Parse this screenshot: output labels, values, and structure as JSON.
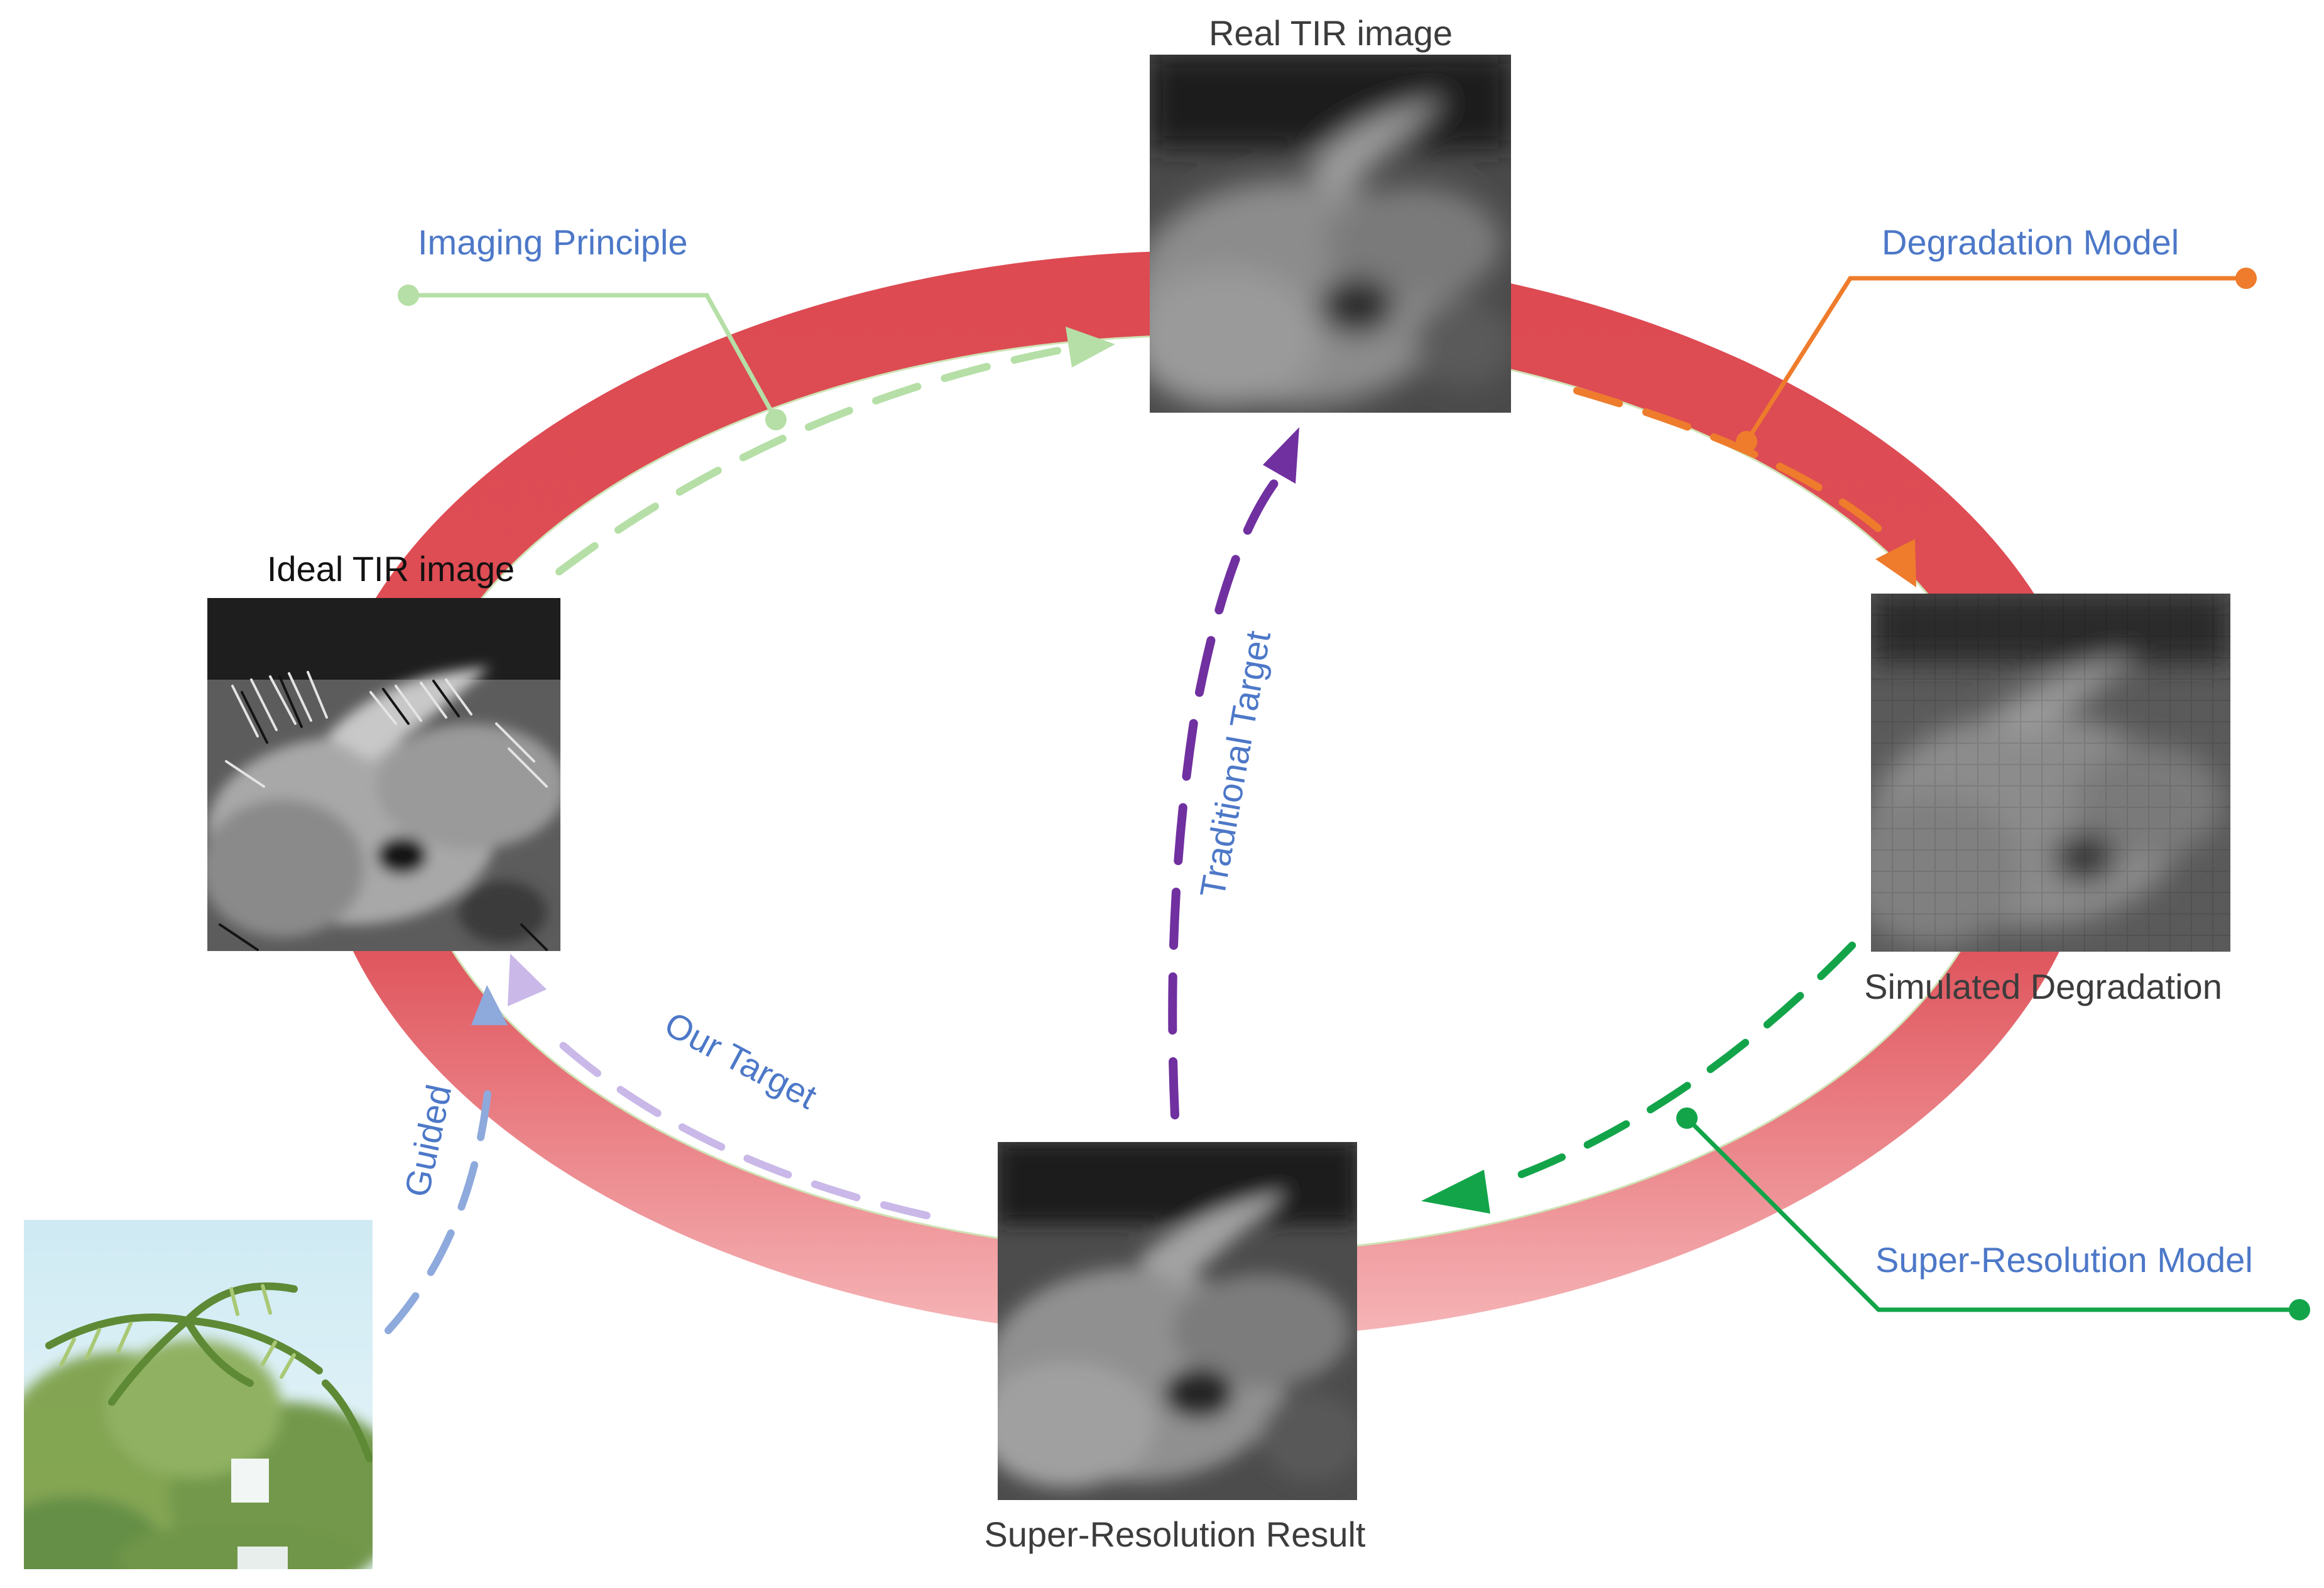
{
  "nodes": {
    "real_tir": {
      "label": "Real TIR image"
    },
    "ideal_tir": {
      "label": "Ideal TIR image"
    },
    "simulated": {
      "label": "Simulated Degradation"
    },
    "sr_result": {
      "label": "Super-Resolution Result"
    }
  },
  "callouts": {
    "imaging_principle": "Imaging Principle",
    "degradation_model": "Degradation Model",
    "super_resolution_model": "Super-Resolution Model"
  },
  "arrow_labels": {
    "traditional_target": "Traditional Target",
    "our_target": "Our Target",
    "guided": "Guided"
  },
  "colors": {
    "ring": "#dd4a52",
    "ring_light": "#f6b6b8",
    "blue_text": "#4d78c8",
    "dark_text": "#3c3c3c",
    "imaging_green": "#b5dfa6",
    "degradation_orange": "#ee7c2c",
    "sr_green": "#13a44a",
    "traditional_purple": "#7030a0",
    "our_lavender": "#c9b8e8",
    "guided_blue": "#8ea9dc"
  }
}
